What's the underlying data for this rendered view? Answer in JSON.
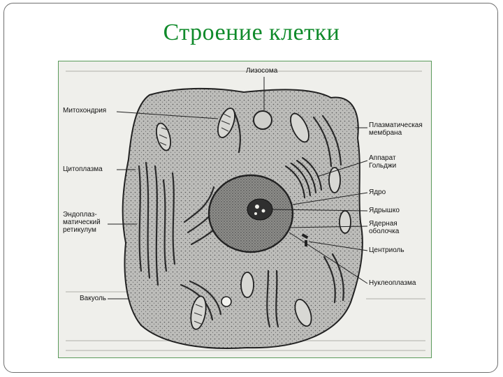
{
  "slide": {
    "title": "Строение клетки"
  },
  "diagram": {
    "labels": {
      "lysosome": "Лизосома",
      "mitochondria": "Митохондрия",
      "cytoplasm": "Цитоплазма",
      "er": "Эндоплаз-\nматический\nретикулум",
      "vacuole": "Вакуоль",
      "plasma_membrane": "Плазматическая\nмембрана",
      "golgi": "Аппарат\nГольджи",
      "nucleus": "Ядро",
      "nucleolus": "Ядрышко",
      "nuclear_envelope": "Ядерная\nоболочка",
      "centriole": "Центриоль",
      "nucleoplasm": "Нуклеоплазма"
    },
    "colors": {
      "title": "#0f8a2a",
      "frame_border": "#5a9a5a",
      "cell_fill": "#b9b9b6",
      "nucleus_fill": "#8f8f8c",
      "line": "#222222"
    }
  }
}
